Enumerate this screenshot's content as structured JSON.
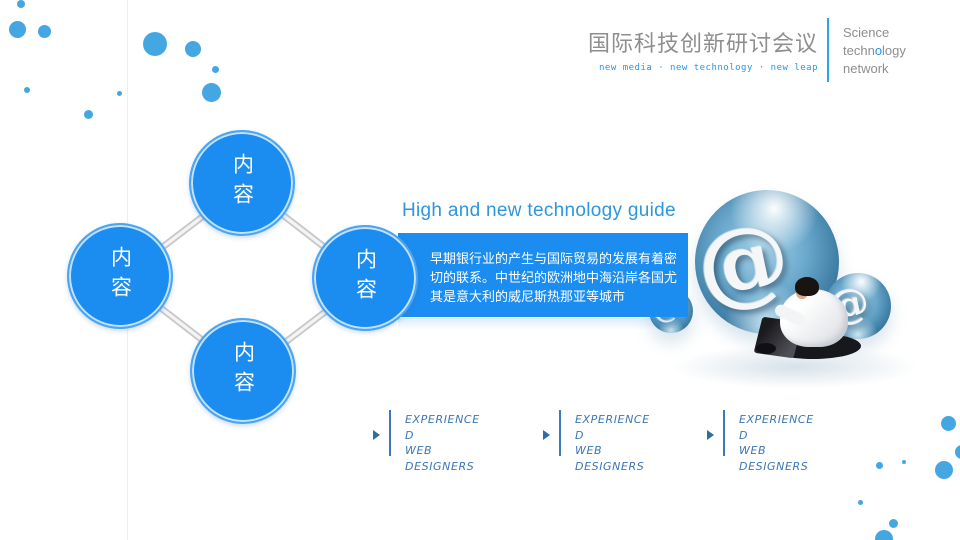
{
  "slide": {
    "header": {
      "title": "国际科技创新研讨会议",
      "subtitle": "new media · new technology · new leap",
      "brand": {
        "line1": "Science",
        "line2_pre": "techn",
        "line2_accent": "o",
        "line2_post": "logy",
        "line3": "network"
      }
    },
    "diagram": {
      "nodes": [
        {
          "label": "内容"
        },
        {
          "label": "内容"
        },
        {
          "label": "内容"
        },
        {
          "label": "内容"
        }
      ]
    },
    "content": {
      "heading": "High and new technology guide",
      "paragraph": "早期银行业的产生与国际贸易的发展有着密切的联系。中世纪的欧洲地中海沿岸各国尤其是意大利的威尼斯热那亚等城市"
    },
    "scene": {
      "at_symbol": "@"
    },
    "features": {
      "blocks": [
        {
          "lines": [
            "EXPERIENCE",
            "D",
            "WEB",
            "DESIGNERS"
          ]
        },
        {
          "lines": [
            "EXPERIENCE",
            "D",
            "WEB",
            "DESIGNERS"
          ]
        },
        {
          "lines": [
            "EXPERIENCE",
            "D",
            "WEB",
            "DESIGNERS"
          ]
        }
      ]
    },
    "colors": {
      "accent_blue": "#1b8cf0",
      "dot_blue": "#45a7e2",
      "heading_blue": "#2e96dc",
      "subtitle_blue": "#2196f3",
      "feature_blue": "#3c76b4",
      "title_gray": "#8e8e8e"
    }
  }
}
